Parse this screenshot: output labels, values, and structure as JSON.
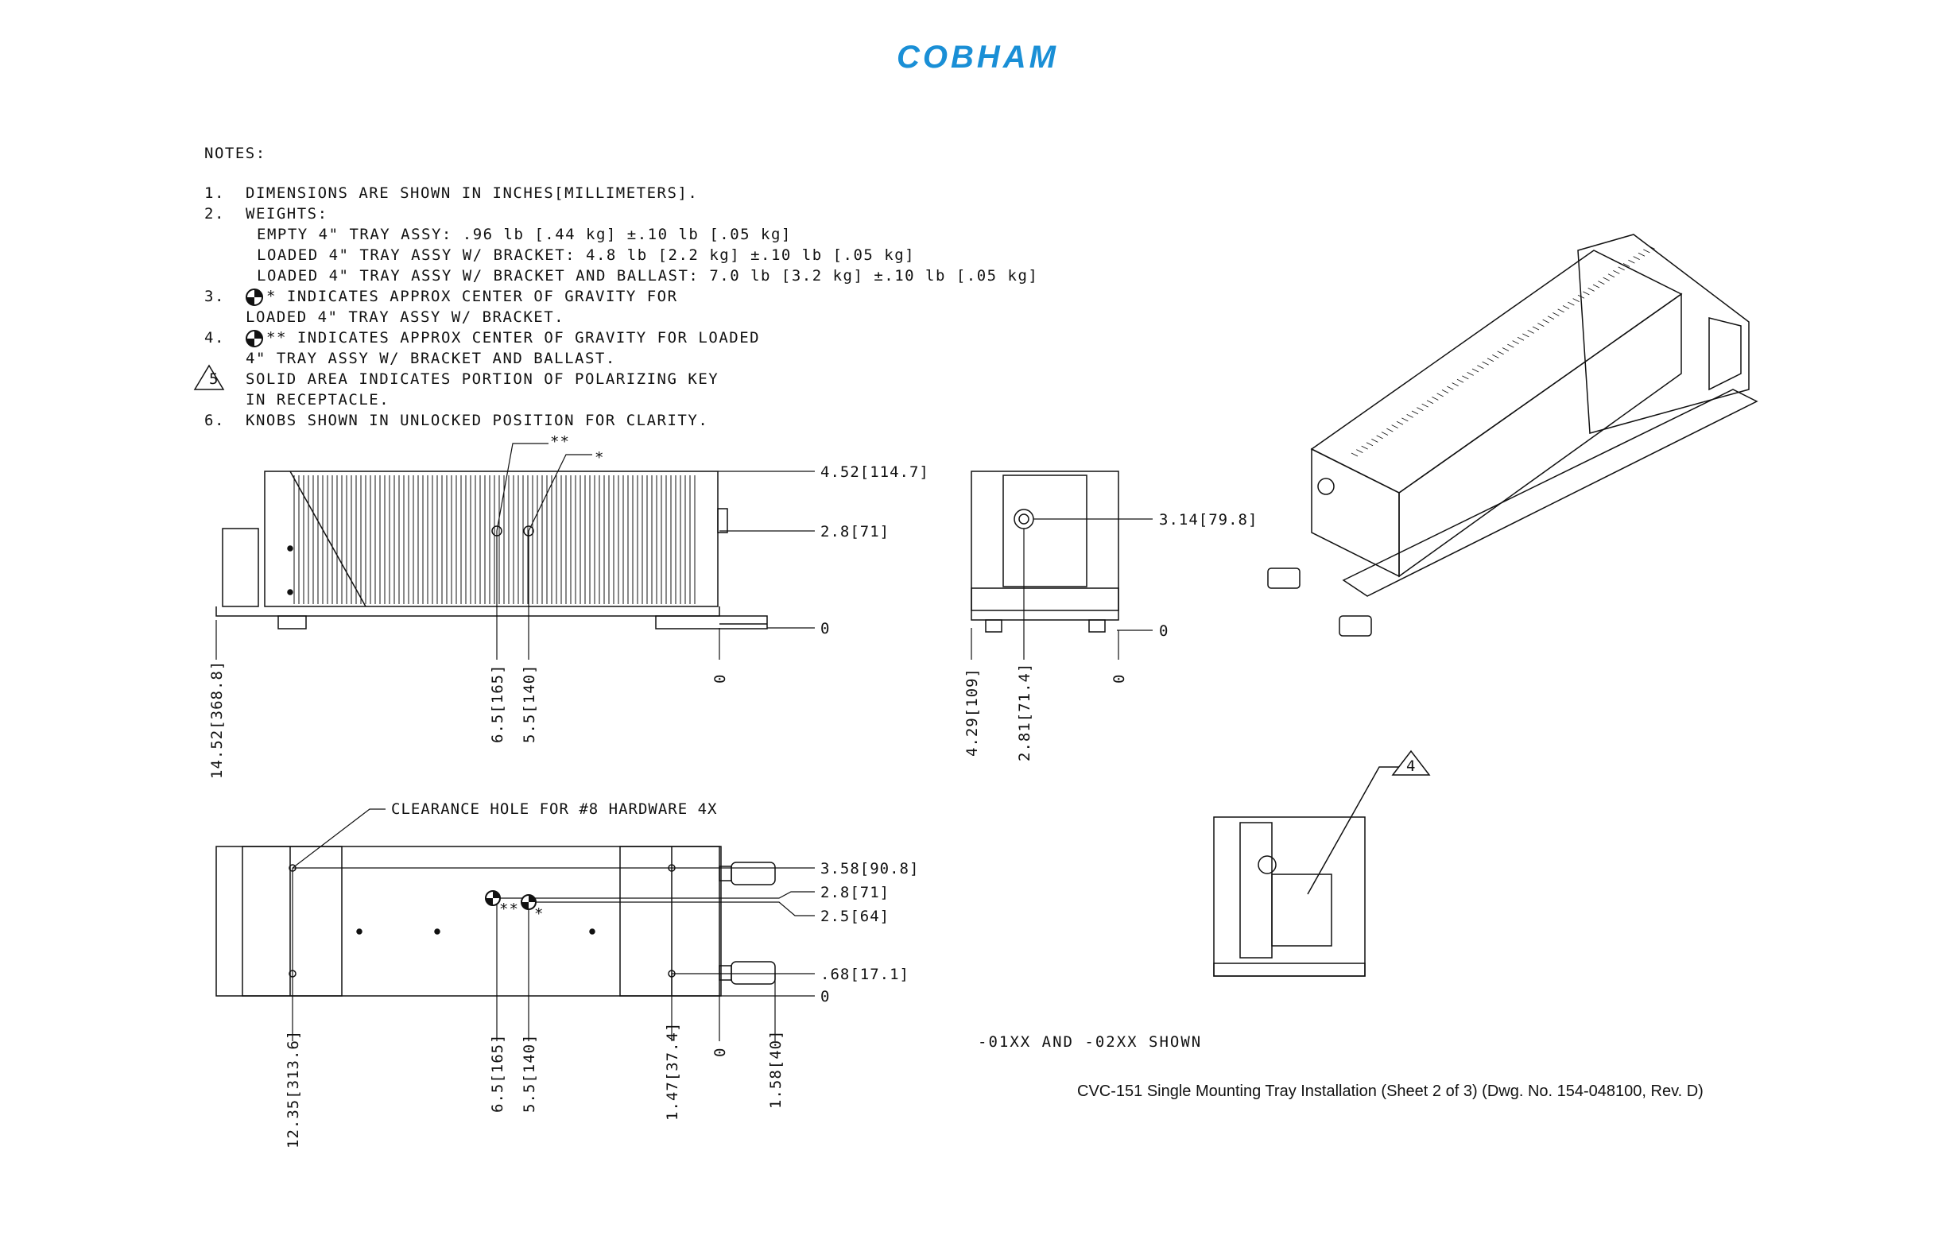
{
  "brand": {
    "name": "COBHAM",
    "color": "#1a8fd6"
  },
  "notes": {
    "title": "NOTES:",
    "n1": "1.",
    "t1": "DIMENSIONS ARE SHOWN IN INCHES[MILLIMETERS].",
    "n2": "2.",
    "t2": "WEIGHTS:",
    "w1": "EMPTY 4\" TRAY ASSY: .96 lb [.44 kg] ±.10 lb [.05 kg]",
    "w2": "LOADED 4\" TRAY ASSY W/ BRACKET: 4.8 lb [2.2 kg] ±.10 lb [.05 kg]",
    "w3": "LOADED 4\" TRAY ASSY W/ BRACKET AND BALLAST: 7.0 lb [3.2 kg] ±.10 lb [.05 kg]",
    "n3": "3.",
    "t3a": "* INDICATES APPROX CENTER OF GRAVITY FOR",
    "t3b": "LOADED 4\" TRAY ASSY W/ BRACKET.",
    "n4": "4.",
    "t4a": "** INDICATES APPROX CENTER OF GRAVITY FOR LOADED",
    "t4b": "4\" TRAY ASSY W/ BRACKET AND BALLAST.",
    "n5": "5",
    "t5a": "SOLID AREA INDICATES PORTION OF POLARIZING KEY",
    "t5b": "IN RECEPTACLE.",
    "n6": "6.",
    "t6": "KNOBS SHOWN IN UNLOCKED POSITION FOR CLARITY."
  },
  "side_view": {
    "h1": "4.52[114.7]",
    "h2": "2.8[71]",
    "h0": "0",
    "v1": "14.52[368.8]",
    "v2": "6.5[165]",
    "v3": "5.5[140]",
    "v0": "0",
    "cg1": "**",
    "cg2": "*"
  },
  "end_view": {
    "h1": "3.14[79.8]",
    "h0": "0",
    "v1": "4.29[109]",
    "v2": "2.81[71.4]",
    "v0": "0"
  },
  "top_view": {
    "clearance": "CLEARANCE HOLE FOR #8 HARDWARE 4X",
    "h1": "3.58[90.8]",
    "h2": "2.8[71]",
    "h3": "2.5[64]",
    "h4": ".68[17.1]",
    "h0": "0",
    "v1": "12.35[313.6]",
    "v2": "6.5[165]",
    "v3": "5.5[140]",
    "v4": "1.47[37.4]",
    "v0": "0",
    "v5": "1.58[40]",
    "cg1": "**",
    "cg2": "*"
  },
  "detail": {
    "callout": "4"
  },
  "shown": "-01XX AND -02XX SHOWN",
  "caption": "CVC-151 Single Mounting Tray Installation (Sheet 2 of 3) (Dwg. No. 154-048100, Rev. D)"
}
